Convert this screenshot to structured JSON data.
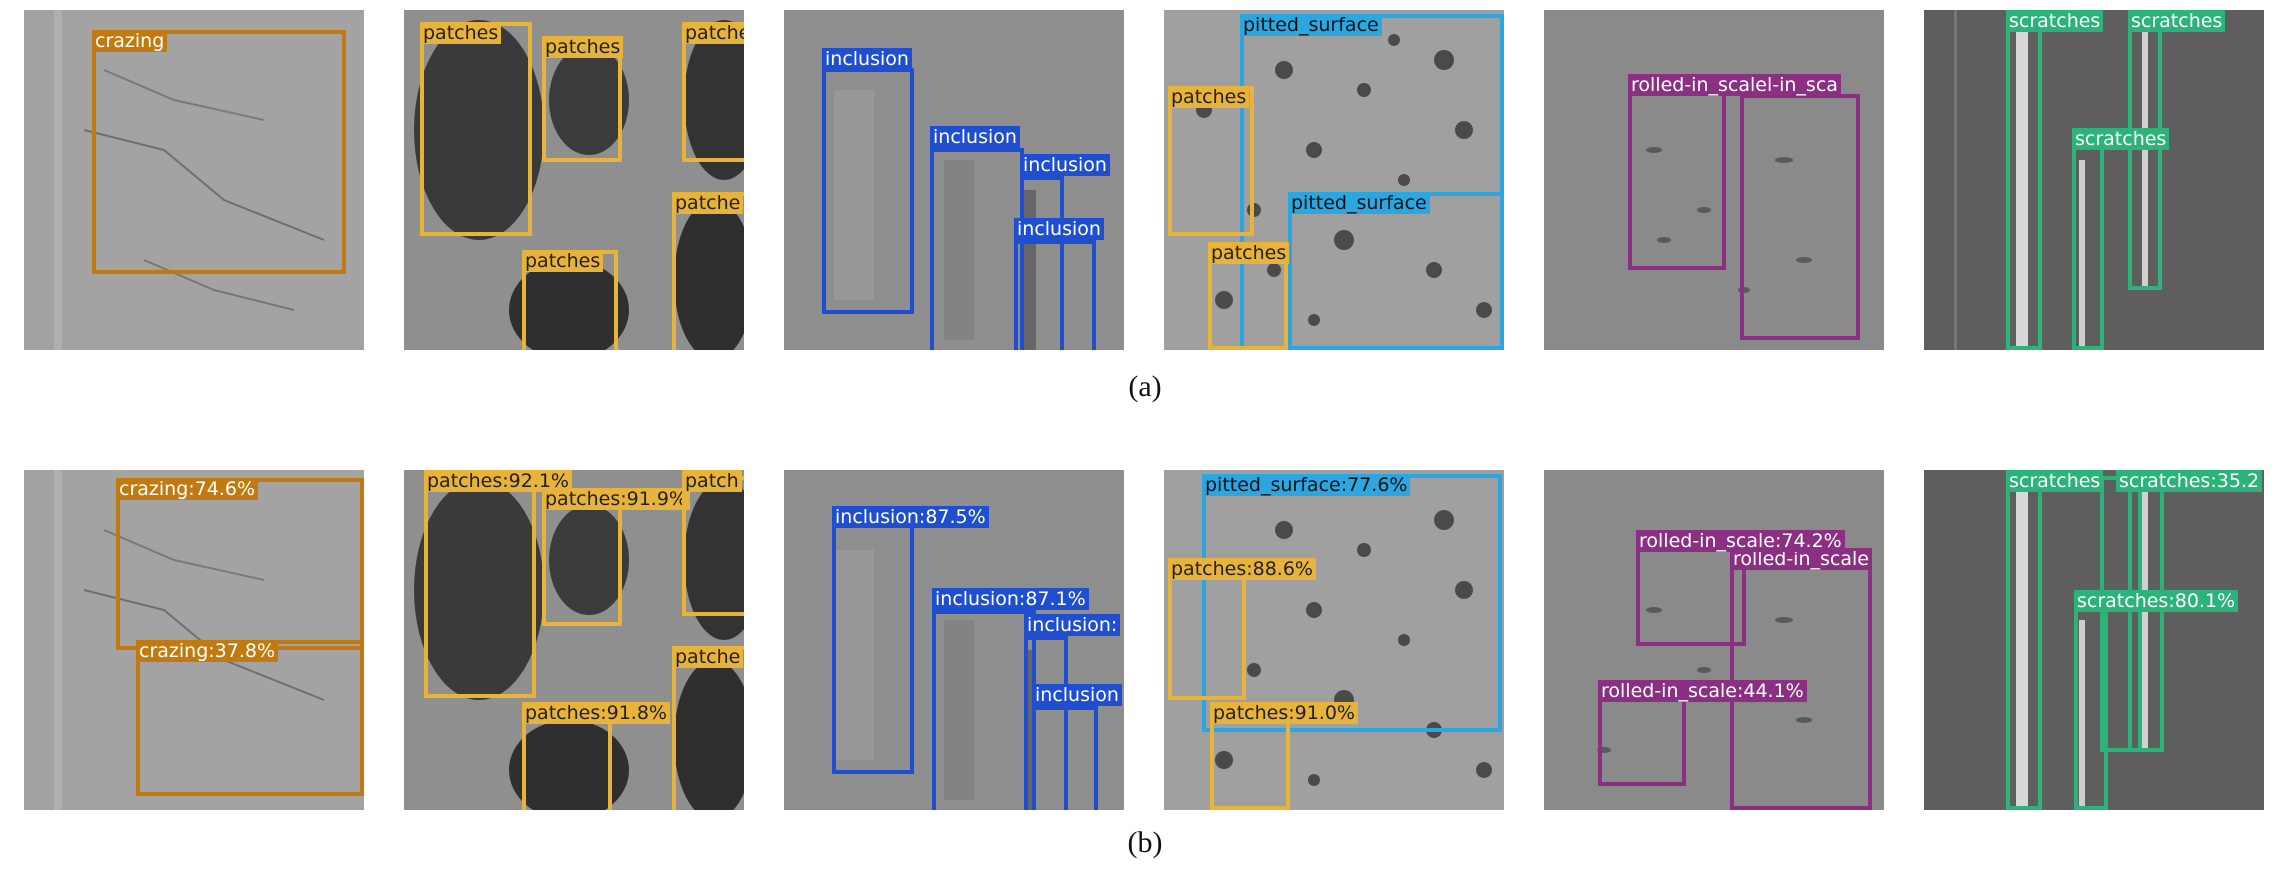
{
  "captions": {
    "a": "(a)",
    "b": "(b)"
  },
  "colors": {
    "crazing": "#c07a10",
    "patches": "#e8b33a",
    "inclusion": "#1f4fd0",
    "pitted_surface": "#2aa6e0",
    "rolled_in_scale": "#8a2f82",
    "scratches": "#2bb37a"
  },
  "row_a": {
    "p1": [
      "crazing"
    ],
    "p2": [
      "patches",
      "patches",
      "patche",
      "patche",
      "patches"
    ],
    "p3": [
      "inclusion",
      "inclusion",
      "inclusion",
      "inclusion"
    ],
    "p4": [
      "pitted_surface",
      "patches",
      "pitted_surface",
      "patches"
    ],
    "p5": [
      "rolled-in_scalel-in_sca"
    ],
    "p6": [
      "scratches",
      "scratches",
      "scratches"
    ]
  },
  "row_b": {
    "p1": [
      "crazing:74.6%",
      "crazing:37.8%"
    ],
    "p2": [
      "patches:92.1%",
      "patches:91.9%",
      "patch",
      "patche",
      "patches:91.8%"
    ],
    "p3": [
      "inclusion:87.5%",
      "inclusion:87.1%",
      "inclusion:",
      "inclusion"
    ],
    "p4": [
      "pitted_surface:77.6%",
      "patches:88.6%",
      "patches:91.0%"
    ],
    "p5": [
      "rolled-in_scale:74.2%",
      "rolled-in_scale",
      "rolled-in_scale:44.1%"
    ],
    "p6": [
      "scratches",
      "scratches:35.2",
      "scratches:80.1%"
    ]
  }
}
